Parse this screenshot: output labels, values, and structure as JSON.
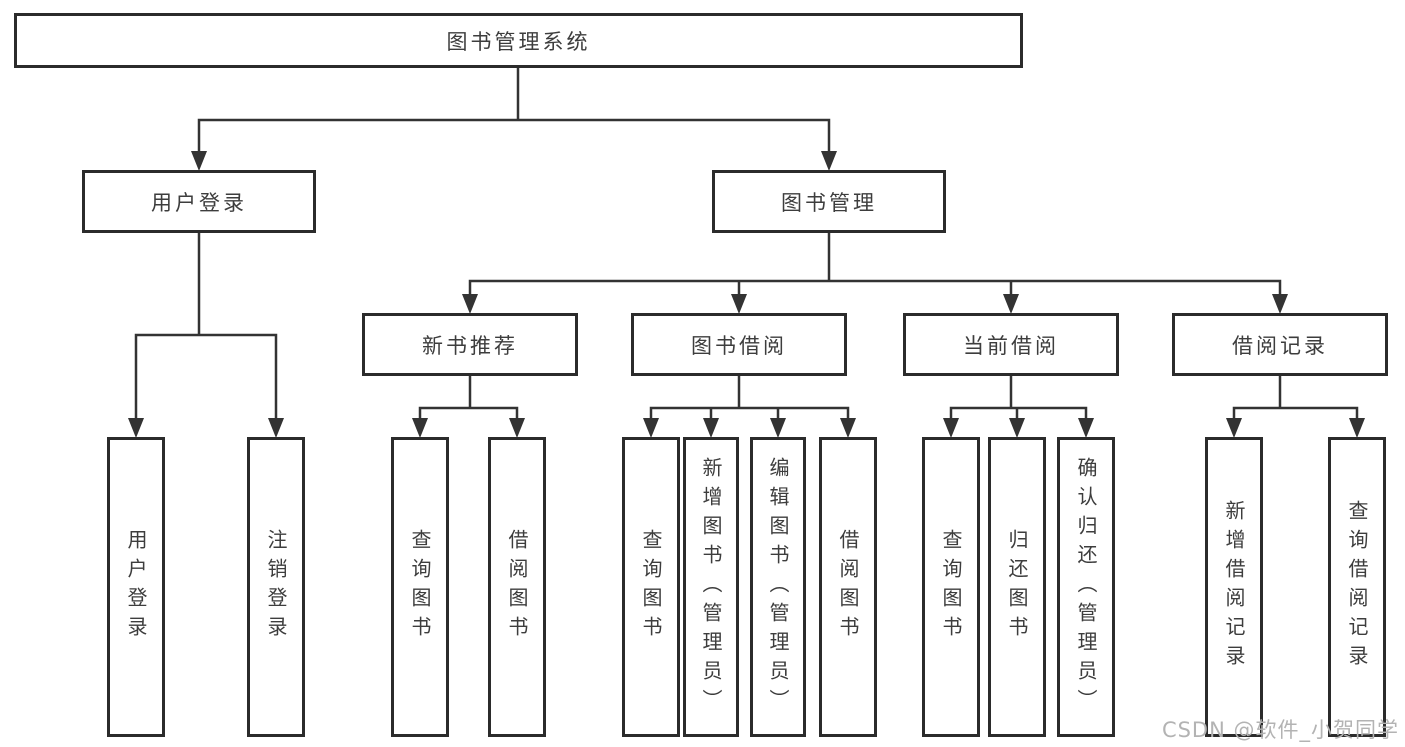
{
  "colors": {
    "line": "#333333",
    "box_border": "#2b2b2b",
    "text": "#3d3d3d",
    "background": "#ffffff",
    "watermark": "#b3b3b3"
  },
  "tree": {
    "root": {
      "label": "图书管理系统"
    },
    "level2": [
      {
        "label": "用户登录"
      },
      {
        "label": "图书管理"
      }
    ],
    "level3": [
      {
        "label": "新书推荐",
        "parent": "图书管理"
      },
      {
        "label": "图书借阅",
        "parent": "图书管理"
      },
      {
        "label": "当前借阅",
        "parent": "图书管理"
      },
      {
        "label": "借阅记录",
        "parent": "图书管理"
      }
    ],
    "leaves": [
      {
        "label": "用户登录",
        "parent": "用户登录"
      },
      {
        "label": "注销登录",
        "parent": "用户登录"
      },
      {
        "label": "查询图书",
        "parent": "新书推荐"
      },
      {
        "label": "借阅图书",
        "parent": "新书推荐"
      },
      {
        "label": "查询图书",
        "parent": "图书借阅"
      },
      {
        "label": "新增图书（管理员）",
        "parent": "图书借阅"
      },
      {
        "label": "编辑图书（管理员）",
        "parent": "图书借阅"
      },
      {
        "label": "借阅图书",
        "parent": "图书借阅"
      },
      {
        "label": "查询图书",
        "parent": "当前借阅"
      },
      {
        "label": "归还图书",
        "parent": "当前借阅"
      },
      {
        "label": "确认归还（管理员）",
        "parent": "当前借阅"
      },
      {
        "label": "新增借阅记录",
        "parent": "借阅记录"
      },
      {
        "label": "查询借阅记录",
        "parent": "借阅记录"
      }
    ]
  },
  "watermark": {
    "text": "CSDN @软件_小贺同学"
  }
}
